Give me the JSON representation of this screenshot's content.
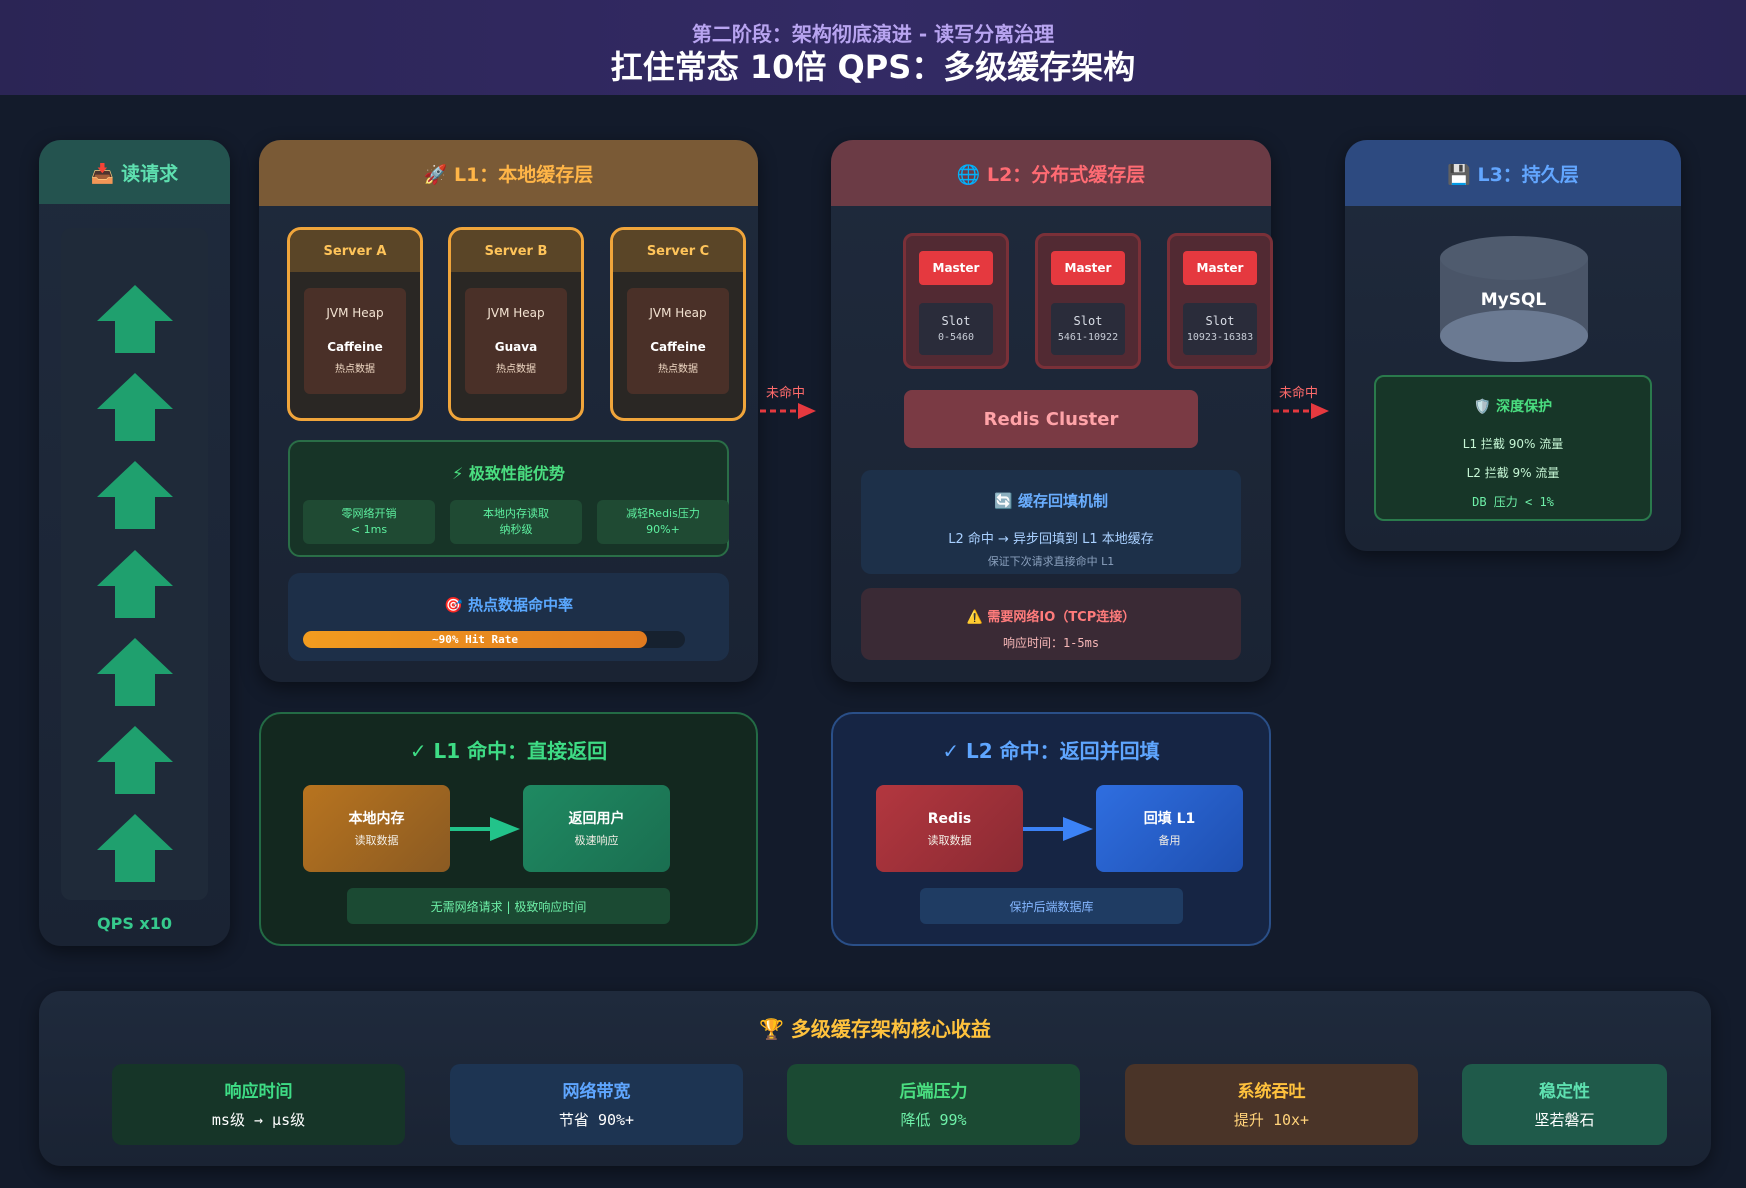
{
  "header": {
    "subtitle": "第二阶段：架构彻底演进 - 读写分离治理",
    "title": "扛住常态 10倍 QPS：多级缓存架构"
  },
  "read_column": {
    "title": "📥 读请求",
    "qps_label": "QPS x10",
    "arrow_color": "#1fa06e"
  },
  "l1": {
    "title": "🚀 L1：本地缓存层",
    "servers": [
      {
        "name": "Server A",
        "heap": "JVM Heap",
        "lib": "Caffeine",
        "desc": "热点数据"
      },
      {
        "name": "Server B",
        "heap": "JVM Heap",
        "lib": "Guava",
        "desc": "热点数据"
      },
      {
        "name": "Server C",
        "heap": "JVM Heap",
        "lib": "Caffeine",
        "desc": "热点数据"
      }
    ],
    "perf": {
      "title": "⚡ 极致性能优势",
      "items": [
        {
          "a": "零网络开销",
          "b": "< 1ms"
        },
        {
          "a": "本地内存读取",
          "b": "纳秒级"
        },
        {
          "a": "减轻Redis压力",
          "b": "90%+"
        }
      ]
    },
    "hit_rate": {
      "title": "🎯 热点数据命中率",
      "bar_label": "~90% Hit Rate",
      "value_percent": 90
    }
  },
  "miss": {
    "l1_to_l2": "未命中",
    "l2_to_l3": "未命中"
  },
  "l2": {
    "title": "🌐 L2：分布式缓存层",
    "shards": [
      {
        "role": "Master",
        "slot_label": "Slot",
        "range": "0-5460"
      },
      {
        "role": "Master",
        "slot_label": "Slot",
        "range": "5461-10922"
      },
      {
        "role": "Master",
        "slot_label": "Slot",
        "range": "10923-16383"
      }
    ],
    "cluster": "Redis Cluster",
    "refill": {
      "title": "🔄 缓存回填机制",
      "line1": "L2 命中 → 异步回填到 L1 本地缓存",
      "line2": "保证下次请求直接命中 L1"
    },
    "netio": {
      "line1": "⚠️ 需要网络IO（TCP连接）",
      "line2": "响应时间：1-5ms"
    }
  },
  "l3": {
    "title": "💾 L3：持久层",
    "db": "MySQL",
    "protect": {
      "title": "🛡️ 深度保护",
      "lines": [
        "L1 拦截 90% 流量",
        "L2 拦截 9% 流量",
        "DB 压力 < 1%"
      ]
    }
  },
  "l1_hit": {
    "title": "✓ L1 命中：直接返回",
    "from": {
      "main": "本地内存",
      "sub": "读取数据"
    },
    "to": {
      "main": "返回用户",
      "sub": "极速响应"
    },
    "note": "无需网络请求 | 极致响应时间"
  },
  "l2_hit": {
    "title": "✓ L2 命中：返回并回填",
    "from": {
      "main": "Redis",
      "sub": "读取数据"
    },
    "to": {
      "main": "回填 L1",
      "sub": "备用"
    },
    "note": "保护后端数据库"
  },
  "benefits": {
    "title": "🏆 多级缓存架构核心收益",
    "items": [
      {
        "title": "响应时间",
        "value": "ms级 → μs级"
      },
      {
        "title": "网络带宽",
        "value": "节省 90%+"
      },
      {
        "title": "后端压力",
        "value": "降低 99%"
      },
      {
        "title": "系统吞吐",
        "value": "提升 10x+"
      },
      {
        "title": "稳定性",
        "value": "坚若磐石"
      }
    ]
  },
  "colors": {
    "l1_accent": "#f0a53b",
    "l2_accent": "#e5393f",
    "l3_accent": "#62a6ff",
    "success": "#3edc85"
  }
}
